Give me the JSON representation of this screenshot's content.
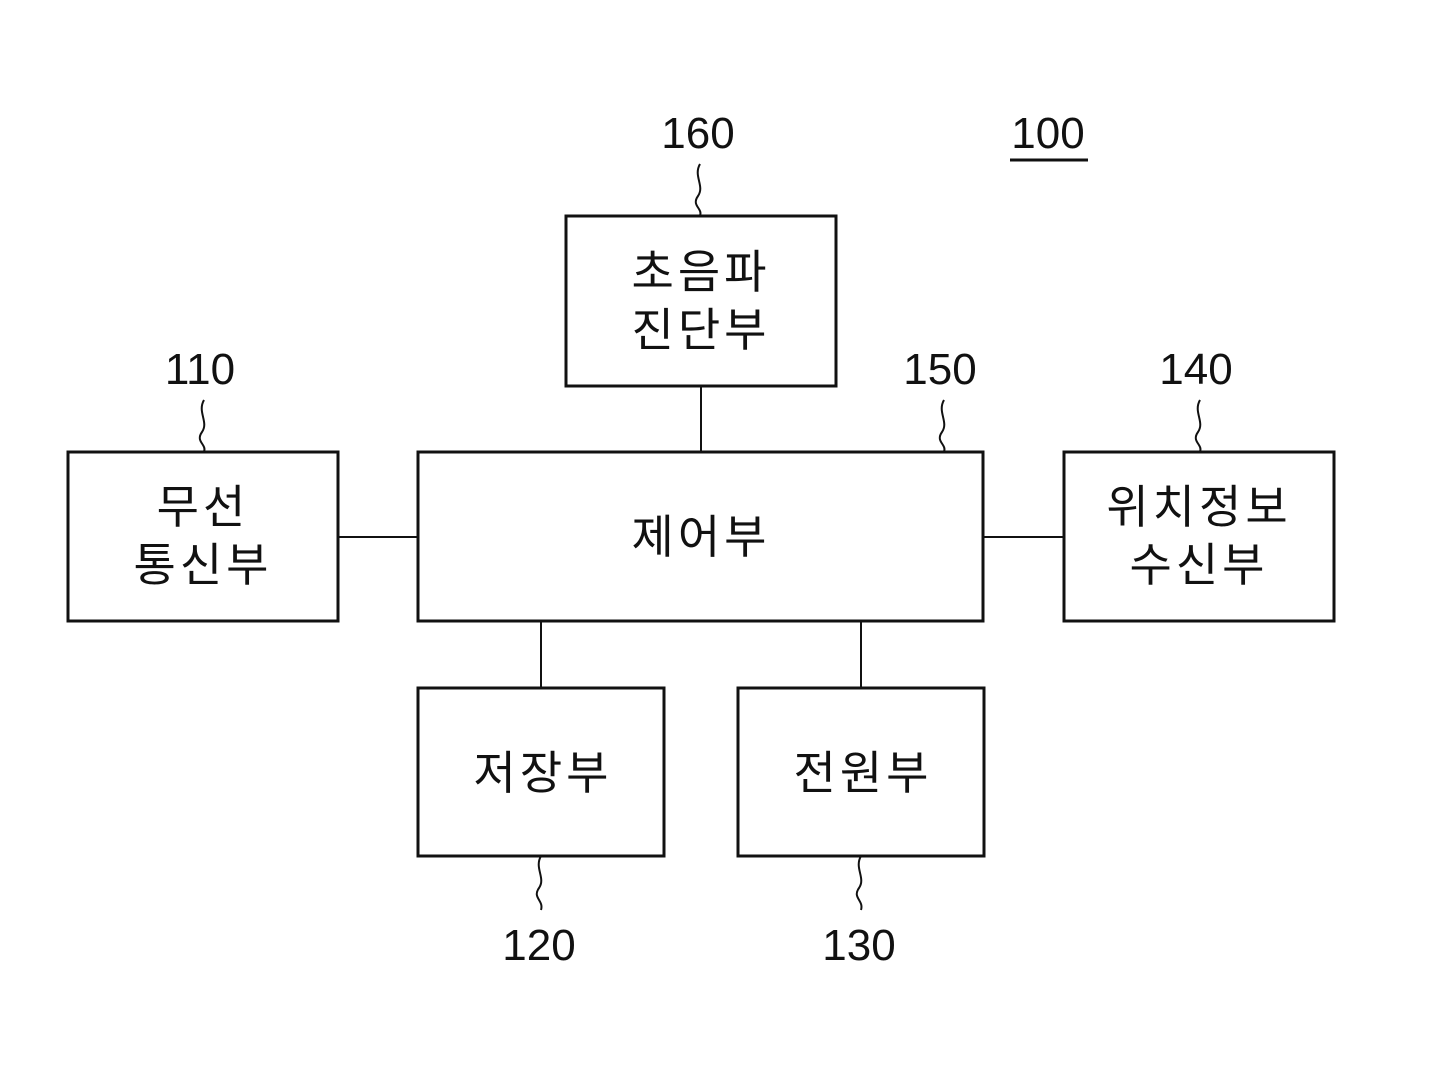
{
  "diagram": {
    "figure_ref": "100",
    "blocks": {
      "ultrasound": {
        "ref": "160",
        "lines": [
          "초음파",
          "진단부"
        ]
      },
      "wireless": {
        "ref": "110",
        "lines": [
          "무선",
          "통신부"
        ]
      },
      "control": {
        "ref": "150",
        "lines": [
          "제어부"
        ]
      },
      "location": {
        "ref": "140",
        "lines": [
          "위치정보",
          "수신부"
        ]
      },
      "storage": {
        "ref": "120",
        "lines": [
          "저장부"
        ]
      },
      "power": {
        "ref": "130",
        "lines": [
          "전원부"
        ]
      }
    },
    "connections": [
      [
        "control",
        "ultrasound"
      ],
      [
        "control",
        "wireless"
      ],
      [
        "control",
        "location"
      ],
      [
        "control",
        "storage"
      ],
      [
        "control",
        "power"
      ]
    ]
  }
}
